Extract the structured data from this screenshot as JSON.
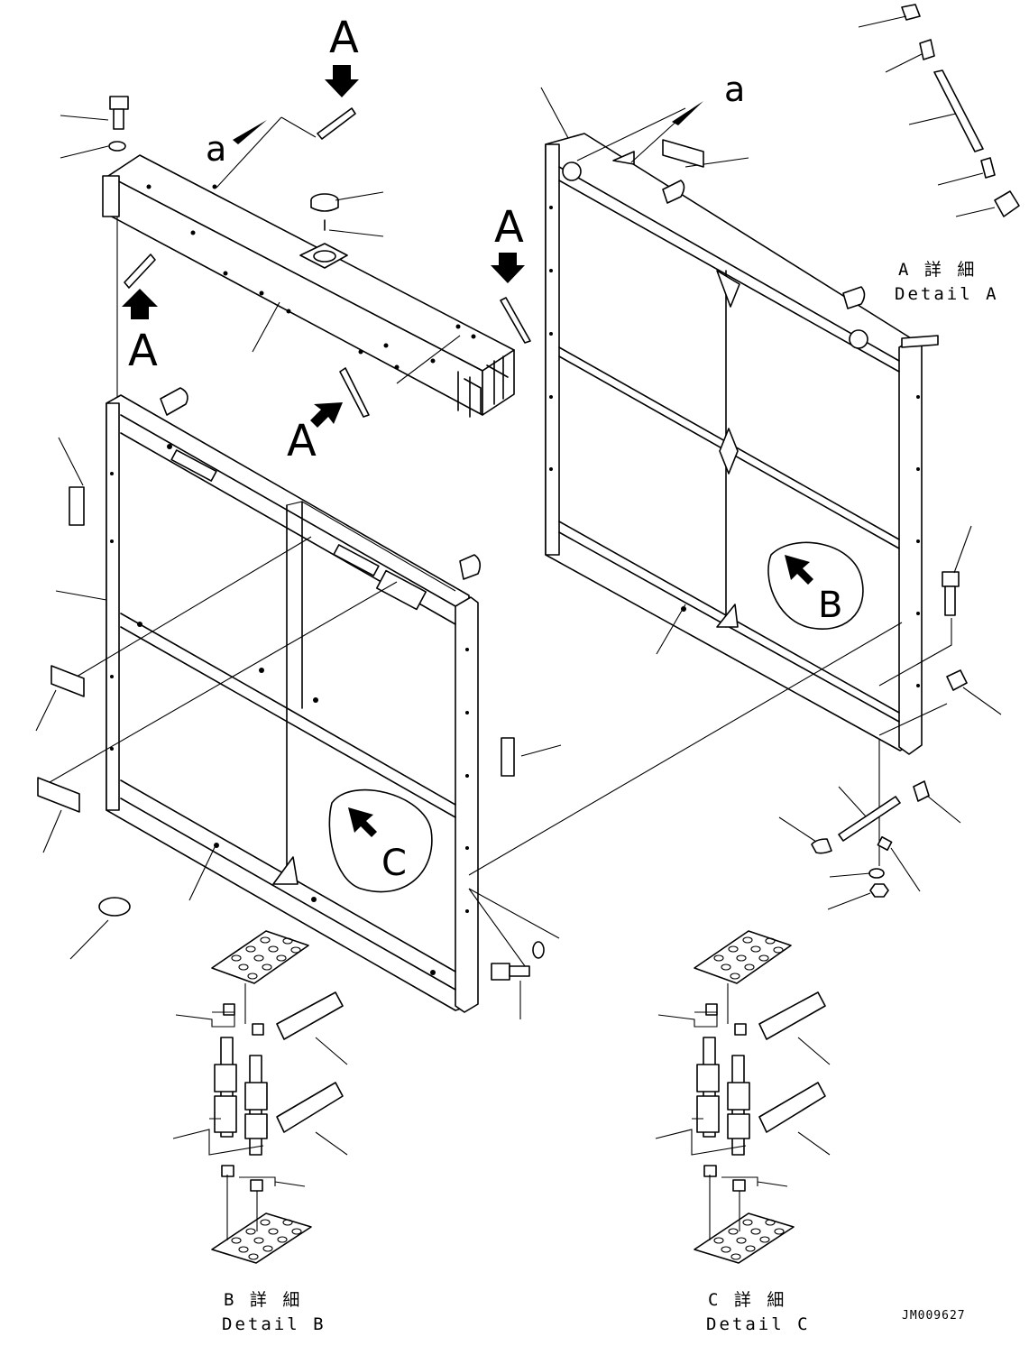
{
  "view_markers": {
    "a": "A",
    "b": "B",
    "c": "C",
    "small_a": "a"
  },
  "detail_labels": {
    "a_jp": "A 詳 細",
    "a_en": "Detail A",
    "b_jp": "B 詳 細",
    "b_en": "Detail B",
    "c_jp": "C 詳 細",
    "c_en": "Detail C"
  },
  "drawing_code": "JM009627"
}
